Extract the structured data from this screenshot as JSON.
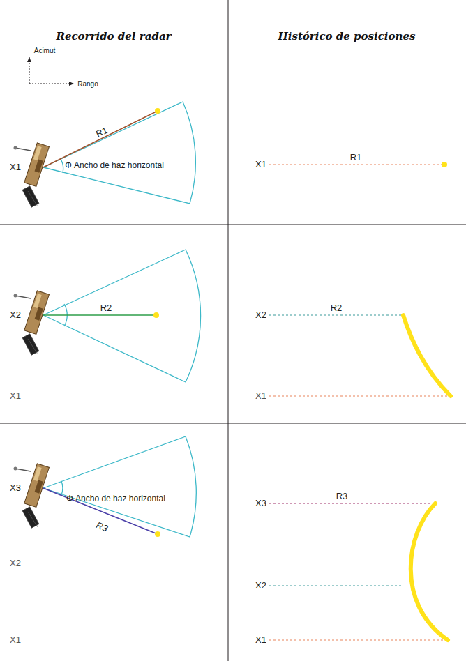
{
  "diagram": {
    "labels": [
      "Recorrido del radar",
      "Histórico de posiciones",
      "Acimut",
      "Rango",
      "X1",
      "R1",
      "Φ Ancho de haz horizontal",
      "X1",
      "R1",
      "X2",
      "R2",
      "X1",
      "X2",
      "R2",
      "X1",
      "X3",
      "Φ Ancho de haz horizontal",
      "R3",
      "X2",
      "X1",
      "X3",
      "R3",
      "X2",
      "X1"
    ]
  }
}
